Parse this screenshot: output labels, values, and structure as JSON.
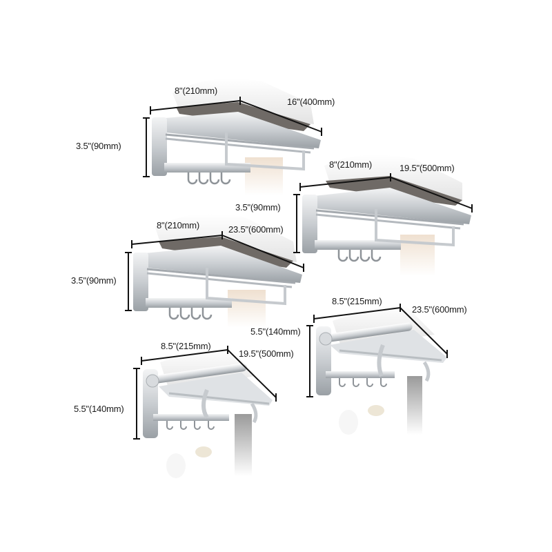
{
  "products": [
    {
      "id": "rack-1",
      "type": "folding towel rack with hooks",
      "depth_label": "8\"(210mm)",
      "length_label": "16\"(400mm)",
      "height_label": "3.5\"(90mm)",
      "towel_color": "#efe0d0"
    },
    {
      "id": "rack-2",
      "type": "folding towel rack with hooks",
      "depth_label": "8\"(210mm)",
      "length_label": "19.5\"(500mm)",
      "height_label": "3.5\"(90mm)",
      "towel_color": "#efe0d0"
    },
    {
      "id": "rack-3",
      "type": "folding towel rack with hooks",
      "depth_label": "8\"(210mm)",
      "length_label": "23.5\"(600mm)",
      "height_label": "3.5\"(90mm)",
      "towel_color": "#efe0d0"
    },
    {
      "id": "rack-4",
      "type": "round-bar folding towel rack with hooks",
      "depth_label": "8.5\"(215mm)",
      "length_label": "19.5\"(500mm)",
      "height_label": "5.5\"(140mm)",
      "towel_color": "#9a9a9a"
    },
    {
      "id": "rack-5",
      "type": "round-bar folding towel rack with hooks",
      "depth_label": "8.5\"(215mm)",
      "length_label": "23.5\"(600mm)",
      "height_label": "5.5\"(140mm)",
      "towel_color": "#9a9a9a"
    }
  ],
  "colors": {
    "background": "#ffffff",
    "dimension_line": "#111111",
    "aluminum_light": "#e6e8ea",
    "aluminum_mid": "#bfc3c7",
    "aluminum_dark": "#8e9398",
    "folded_towel": "#f4f4f4",
    "dark_towel": "#6f6a66"
  }
}
